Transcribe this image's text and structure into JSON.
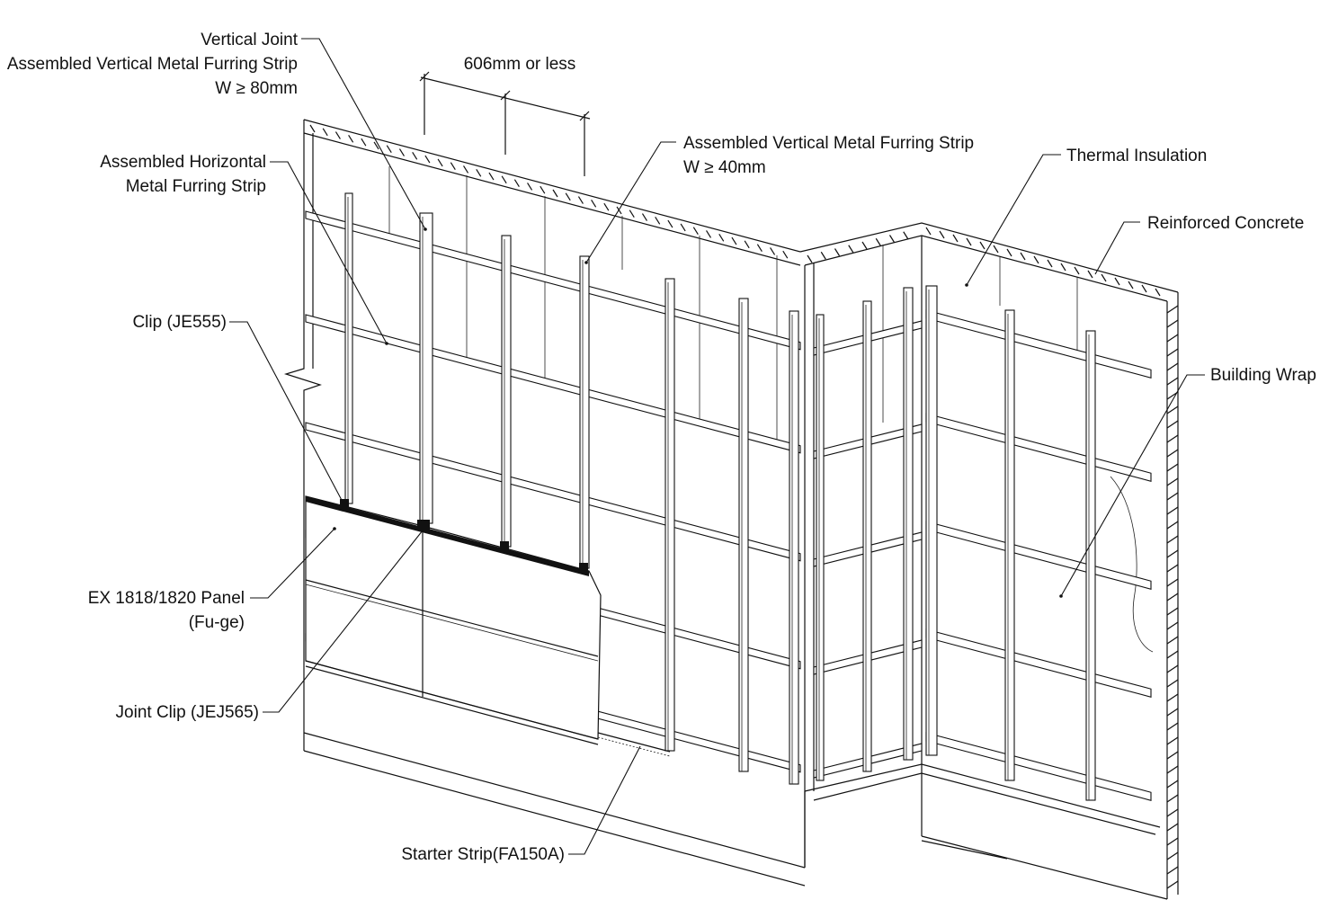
{
  "labels": {
    "vertical_joint_1": "Vertical Joint",
    "vertical_joint_2": "Assembled Vertical Metal Furring Strip",
    "vertical_joint_3": "W ≥ 80mm",
    "spacing": "606mm or less",
    "horizontal_strip_1": "Assembled Horizontal",
    "horizontal_strip_2": "Metal Furring Strip",
    "vertical_strip_1": "Assembled Vertical Metal Furring Strip",
    "vertical_strip_2": "W ≥ 40mm",
    "thermal_insulation": "Thermal Insulation",
    "reinforced_concrete": "Reinforced Concrete",
    "building_wrap": "Building Wrap",
    "clip": "Clip (JE555)",
    "panel_1": "EX 1818/1820 Panel",
    "panel_2": "(Fu-ge)",
    "joint_clip": "Joint Clip (JEJ565)",
    "starter_strip": "Starter Strip(FA150A)"
  }
}
